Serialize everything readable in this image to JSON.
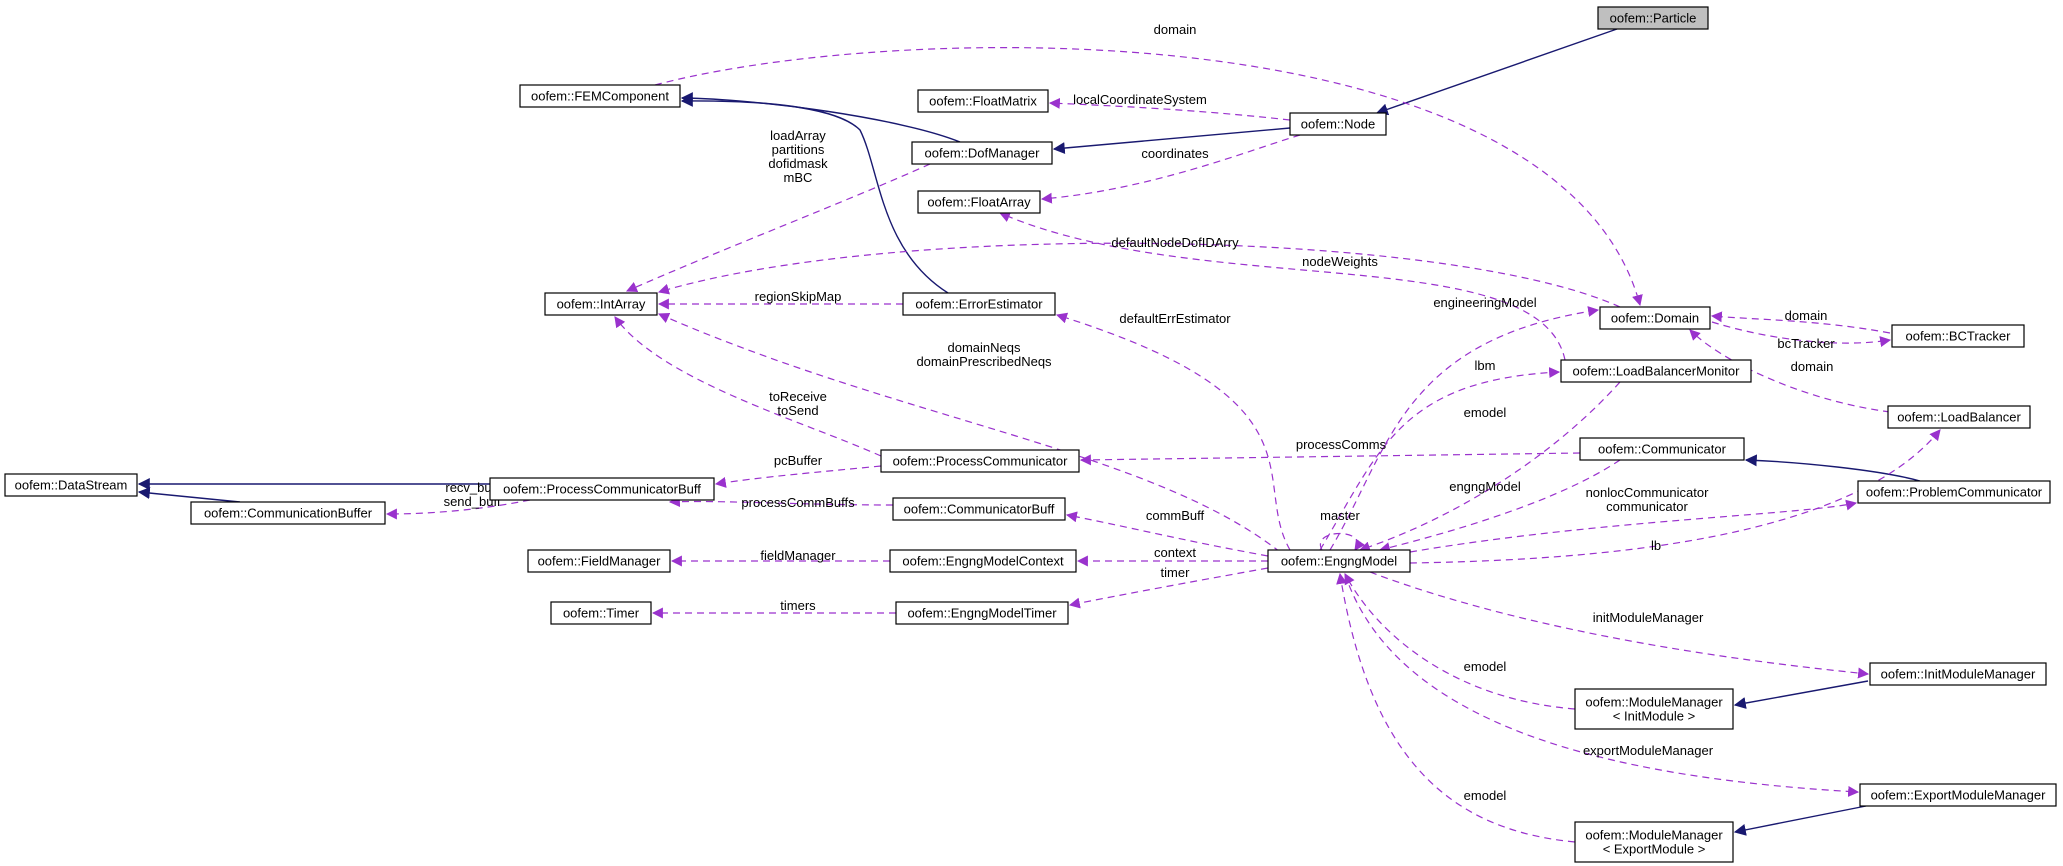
{
  "diagram": {
    "nodes": [
      {
        "id": "particle",
        "label": "oofem::Particle",
        "highlighted": true
      },
      {
        "id": "femcomponent",
        "label": "oofem::FEMComponent"
      },
      {
        "id": "floatmatrix",
        "label": "oofem::FloatMatrix"
      },
      {
        "id": "node",
        "label": "oofem::Node"
      },
      {
        "id": "dofmanager",
        "label": "oofem::DofManager"
      },
      {
        "id": "floatarray",
        "label": "oofem::FloatArray"
      },
      {
        "id": "intarray",
        "label": "oofem::IntArray"
      },
      {
        "id": "errorestimator",
        "label": "oofem::ErrorEstimator"
      },
      {
        "id": "domain",
        "label": "oofem::Domain"
      },
      {
        "id": "bctracker",
        "label": "oofem::BCTracker"
      },
      {
        "id": "loadbalancermonitor",
        "label": "oofem::LoadBalancerMonitor"
      },
      {
        "id": "loadbalancer",
        "label": "oofem::LoadBalancer"
      },
      {
        "id": "datastream",
        "label": "oofem::DataStream"
      },
      {
        "id": "processcommunicatorbuff",
        "label": "oofem::ProcessCommunicatorBuff"
      },
      {
        "id": "communicationbuffer",
        "label": "oofem::CommunicationBuffer"
      },
      {
        "id": "processcommunicator",
        "label": "oofem::ProcessCommunicator"
      },
      {
        "id": "communicator",
        "label": "oofem::Communicator"
      },
      {
        "id": "problemcommunicator",
        "label": "oofem::ProblemCommunicator"
      },
      {
        "id": "communicatorbuff",
        "label": "oofem::CommunicatorBuff"
      },
      {
        "id": "fieldmanager",
        "label": "oofem::FieldManager"
      },
      {
        "id": "engngmodelcontext",
        "label": "oofem::EngngModelContext"
      },
      {
        "id": "engngmodel",
        "label": "oofem::EngngModel"
      },
      {
        "id": "timer",
        "label": "oofem::Timer"
      },
      {
        "id": "engngmodeltimer",
        "label": "oofem::EngngModelTimer"
      },
      {
        "id": "initmodulemanager",
        "label": "oofem::InitModuleManager"
      },
      {
        "id": "modulemanager_init",
        "label": "oofem::ModuleManager\n< InitModule >"
      },
      {
        "id": "exportmodulemanager",
        "label": "oofem::ExportModuleManager"
      },
      {
        "id": "modulemanager_export",
        "label": "oofem::ModuleManager\n< ExportModule >"
      }
    ],
    "edge_labels": {
      "domain_top": "domain",
      "localCoordinateSystem": "localCoordinateSystem",
      "coordinates": "coordinates",
      "dofmanager_intarray": "loadArray\npartitions\ndofidmask\nmBC",
      "defaultNodeDofIDArry": "defaultNodeDofIDArry",
      "nodeWeights": "nodeWeights",
      "regionSkipMap": "regionSkipMap",
      "defaultErrEstimator": "defaultErrEstimator",
      "engineeringModel": "engineeringModel",
      "domain_bctracker": "domain",
      "bcTracker": "bcTracker",
      "domain_loadbalancer": "domain",
      "domainNeqs": "domainNeqs\ndomainPrescribedNeqs",
      "lbm": "lbm",
      "toReceive": "toReceive\ntoSend",
      "emodel_lbm": "emodel",
      "processComms": "processComms",
      "pcBuffer": "pcBuffer",
      "recv_buff": "recv_buff\nsend_buff",
      "engngModel": "engngModel",
      "nonlocCommunicator": "nonlocCommunicator\ncommunicator",
      "processCommBuffs": "processCommBuffs",
      "master": "master",
      "commBuff": "commBuff",
      "lb": "lb",
      "fieldManager": "fieldManager",
      "context": "context",
      "timer": "timer",
      "timers": "timers",
      "initModuleManager": "initModuleManager",
      "emodel_init": "emodel",
      "exportModuleManager": "exportModuleManager",
      "emodel_export": "emodel"
    }
  }
}
